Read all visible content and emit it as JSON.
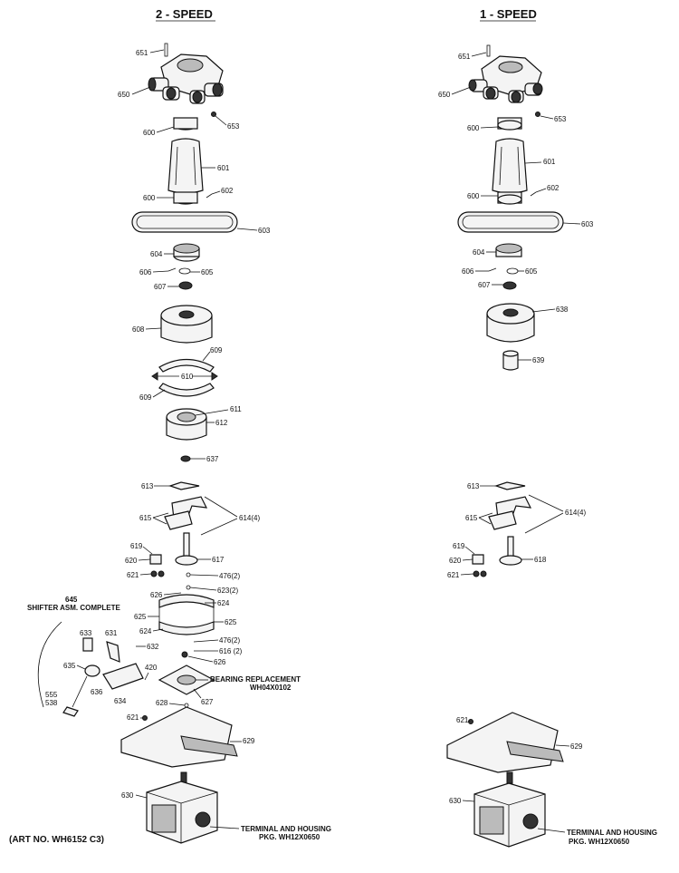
{
  "headers": {
    "two_speed": "2 - SPEED",
    "one_speed": "1 - SPEED"
  },
  "two_speed_labels": {
    "p651": "651",
    "p650": "650",
    "p653": "653",
    "p600a": "600",
    "p601": "601",
    "p600b": "600",
    "p602": "602",
    "p603": "603",
    "p604": "604",
    "p606": "606",
    "p605": "605",
    "p607": "607",
    "p608": "608",
    "p609a": "609",
    "p610": "610",
    "p609b": "609",
    "p611": "611",
    "p612": "612",
    "p637": "637",
    "p613": "613",
    "p614": "614(4)",
    "p615": "615",
    "p619": "619",
    "p617": "617",
    "p620": "620",
    "p621": "621",
    "p476a": "476(2)",
    "p623": "623(2)",
    "p626a": "626",
    "p624a": "624",
    "p625a": "625",
    "p625b": "625",
    "p624b": "624",
    "p476b": "476(2)",
    "p632": "632",
    "p616": "616 (2)",
    "p626b": "626",
    "p633": "633",
    "p631": "631",
    "p635": "635",
    "p420": "420",
    "p555": "555",
    "p538": "538",
    "p636": "636",
    "p634": "634",
    "p628": "628",
    "p627": "627",
    "p621b": "621",
    "p629": "629",
    "p630": "630"
  },
  "two_speed_captions": {
    "shifter_num": "645",
    "shifter_text": "SHIFTER ASM. COMPLETE",
    "bearing_line1": "BEARING REPLACEMENT",
    "bearing_line2": "WH04X0102",
    "terminal_line1": "TERMINAL AND HOUSING",
    "terminal_line2": "PKG. WH12X0650"
  },
  "one_speed_labels": {
    "p651": "651",
    "p650": "650",
    "p653": "653",
    "p600a": "600",
    "p601": "601",
    "p600b": "600",
    "p602": "602",
    "p603": "603",
    "p604": "604",
    "p606": "606",
    "p605": "605",
    "p607": "607",
    "p638": "638",
    "p639": "639",
    "p613": "613",
    "p614": "614(4)",
    "p615": "615",
    "p619": "619",
    "p620": "620",
    "p618": "618",
    "p621": "621",
    "p621b": "621",
    "p629": "629",
    "p630": "630"
  },
  "one_speed_captions": {
    "terminal_line1": "TERMINAL AND HOUSING",
    "terminal_line2": "PKG. WH12X0650"
  },
  "art_number": "(ART NO. WH6152 C3)"
}
